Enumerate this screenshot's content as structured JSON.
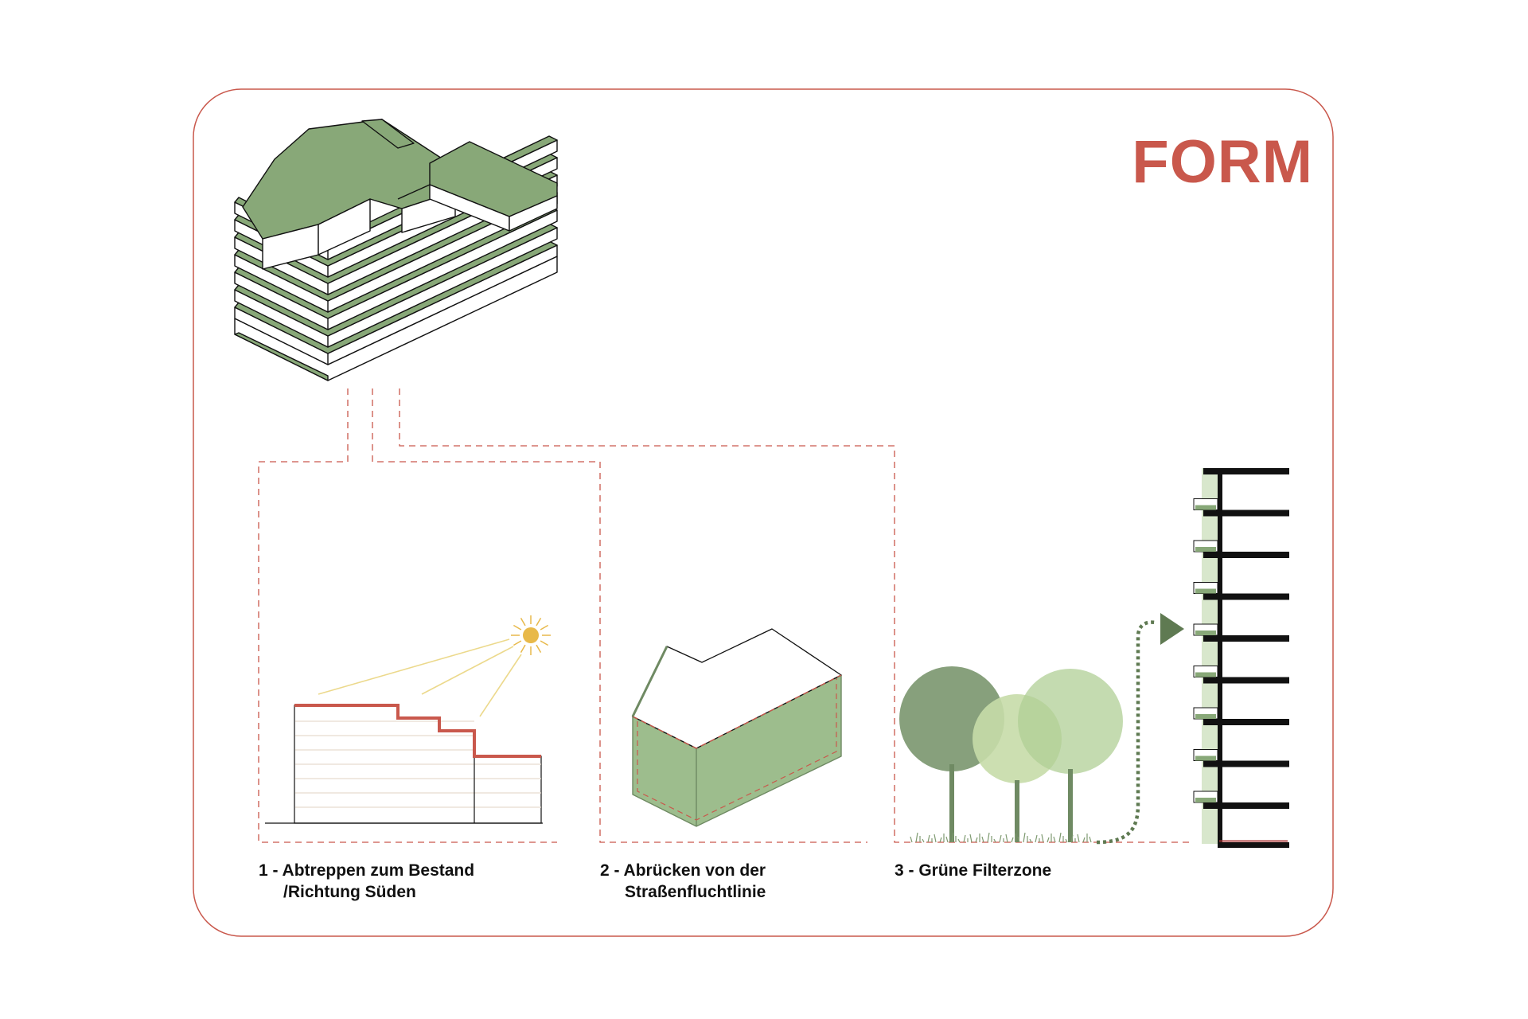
{
  "title": "FORM",
  "colors": {
    "accent": "#c9584c",
    "green_roof": "#88a878",
    "green_dark": "#6f8a63",
    "tree_dark": "#87a07c",
    "tree_light": "#c6dba8",
    "tree_mid": "#b0cf95",
    "sun": "#e8b94a",
    "ink": "#111111"
  },
  "steps": [
    {
      "line1": "1 - Abtreppen zum Bestand",
      "line2": "/Richtung Süden",
      "icon": "stepped-building-sun"
    },
    {
      "line1": "2 - Abrücken von der",
      "line2": "Straßenfluchtlinie",
      "icon": "setback-volume"
    },
    {
      "line1": "3 - Grüne Filterzone",
      "icon": "trees-green-filter"
    }
  ]
}
